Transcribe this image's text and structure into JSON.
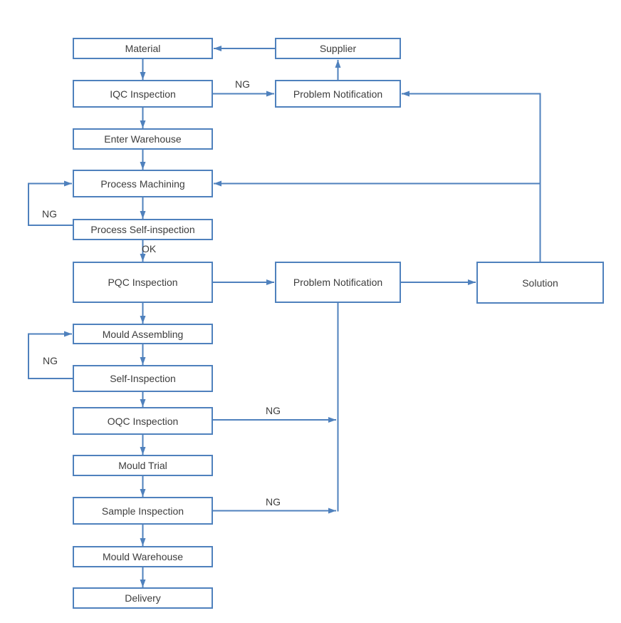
{
  "colors": {
    "line": "#4f81bd",
    "node_fill": "#ffffff",
    "text": "#3d3d3d",
    "background": "#ffffff"
  },
  "nodes": {
    "material": {
      "label": "Material"
    },
    "iqc_inspection": {
      "label": "IQC Inspection"
    },
    "enter_warehouse": {
      "label": "Enter Warehouse"
    },
    "process_machining": {
      "label": "Process Machining"
    },
    "process_self_inspection": {
      "label": "Process Self-inspection"
    },
    "pqc_inspection": {
      "label": "PQC Inspection"
    },
    "mould_assembling": {
      "label": "Mould Assembling"
    },
    "self_inspection": {
      "label": "Self-Inspection"
    },
    "oqc_inspection": {
      "label": "OQC Inspection"
    },
    "mould_trial": {
      "label": "Mould Trial"
    },
    "sample_inspection": {
      "label": "Sample Inspection"
    },
    "mould_warehouse": {
      "label": "Mould Warehouse"
    },
    "delivery": {
      "label": "Delivery"
    },
    "supplier": {
      "label": "Supplier"
    },
    "problem_notification_top": {
      "label": "Problem Notification"
    },
    "problem_notification_mid": {
      "label": "Problem Notification"
    },
    "solution": {
      "label": "Solution"
    }
  },
  "edge_labels": {
    "iqc_to_problem_ng": "NG",
    "process_self_inspection_ok": "OK",
    "process_loop_ng": "NG",
    "mould_loop_ng": "NG",
    "oqc_ng": "NG",
    "sample_ng": "NG"
  }
}
